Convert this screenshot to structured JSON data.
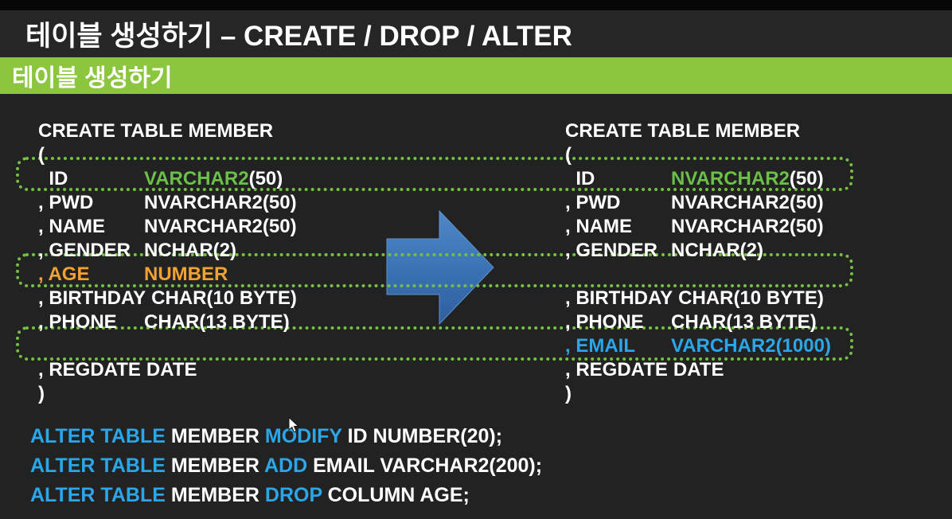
{
  "title_bar": {
    "title": "테이블 생성하기 – CREATE / DROP / ALTER"
  },
  "section_bar": {
    "label": "테이블 생성하기"
  },
  "left_table": {
    "header": "CREATE TABLE MEMBER",
    "open_paren": "(",
    "close_paren": ")",
    "rows": [
      {
        "name": "  ID",
        "name_color": "white",
        "type": [
          {
            "t": "VARCHAR2",
            "c": "green"
          },
          {
            "t": "(50)",
            "c": "white"
          }
        ]
      },
      {
        "name": ", PWD",
        "name_color": "white",
        "type": [
          {
            "t": "NVARCHAR2(50)",
            "c": "white"
          }
        ]
      },
      {
        "name": ", NAME",
        "name_color": "white",
        "type": [
          {
            "t": "NVARCHAR2(50)",
            "c": "white"
          }
        ]
      },
      {
        "name": ", GENDER",
        "name_color": "white",
        "type": [
          {
            "t": "NCHAR(2)",
            "c": "white"
          }
        ]
      },
      {
        "name": ", AGE",
        "name_color": "orange",
        "type": [
          {
            "t": "NUMBER",
            "c": "orange"
          }
        ]
      },
      {
        "name": ", BIRTHDAY",
        "name_color": "white",
        "type": [
          {
            "t": "CHAR(10 BYTE)",
            "c": "white"
          }
        ]
      },
      {
        "name": ", PHONE",
        "name_color": "white",
        "type": [
          {
            "t": "CHAR(13 BYTE)",
            "c": "white"
          }
        ]
      },
      {
        "name": "",
        "name_color": "white",
        "type": []
      },
      {
        "name": ", REGDATE",
        "name_color": "white",
        "type": [
          {
            "t": "DATE",
            "c": "white"
          }
        ]
      }
    ]
  },
  "right_table": {
    "header": "CREATE TABLE MEMBER",
    "open_paren": "(",
    "close_paren": ")",
    "rows": [
      {
        "name": "  ID",
        "name_color": "white",
        "type": [
          {
            "t": "NVARCHAR2",
            "c": "green"
          },
          {
            "t": "(50)",
            "c": "white"
          }
        ]
      },
      {
        "name": ", PWD",
        "name_color": "white",
        "type": [
          {
            "t": "NVARCHAR2(50)",
            "c": "white"
          }
        ]
      },
      {
        "name": ", NAME",
        "name_color": "white",
        "type": [
          {
            "t": "NVARCHAR2(50)",
            "c": "white"
          }
        ]
      },
      {
        "name": ", GENDER",
        "name_color": "white",
        "type": [
          {
            "t": "NCHAR(2)",
            "c": "white"
          }
        ]
      },
      {
        "name": "",
        "name_color": "white",
        "type": []
      },
      {
        "name": ", BIRTHDAY",
        "name_color": "white",
        "type": [
          {
            "t": "CHAR(10 BYTE)",
            "c": "white"
          }
        ]
      },
      {
        "name": ", PHONE",
        "name_color": "white",
        "type": [
          {
            "t": "CHAR(13 BYTE)",
            "c": "white"
          }
        ]
      },
      {
        "name": ", EMAIL",
        "name_color": "blue",
        "type": [
          {
            "t": "VARCHAR2(1000)",
            "c": "blue"
          }
        ]
      },
      {
        "name": ", REGDATE",
        "name_color": "white",
        "type": [
          {
            "t": "DATE",
            "c": "white"
          }
        ]
      }
    ]
  },
  "alter_statements": [
    {
      "segments": [
        {
          "t": "ALTER TABLE",
          "c": "blue"
        },
        {
          "t": " MEMBER ",
          "c": "white"
        },
        {
          "t": "MODIFY",
          "c": "blue"
        },
        {
          "t": " ID NUMBER(20);",
          "c": "white"
        }
      ]
    },
    {
      "segments": [
        {
          "t": "ALTER TABLE",
          "c": "blue"
        },
        {
          "t": " MEMBER ",
          "c": "white"
        },
        {
          "t": "ADD",
          "c": "blue"
        },
        {
          "t": " EMAIL VARCHAR2(200);",
          "c": "white"
        }
      ]
    },
    {
      "segments": [
        {
          "t": "ALTER TABLE",
          "c": "blue"
        },
        {
          "t": " MEMBER ",
          "c": "white"
        },
        {
          "t": "DROP",
          "c": "blue"
        },
        {
          "t": " COLUMN AGE;",
          "c": "white"
        }
      ]
    }
  ],
  "colors": {
    "accent_green": "#8CC63F",
    "dotted_green": "#74BF44",
    "type_green": "#6CC04A",
    "orange": "#F1A233",
    "blue": "#2AA6E9",
    "arrow_top": "#4E87C7",
    "arrow_mid": "#3A71B2",
    "arrow_bottom": "#2E5F9E"
  }
}
